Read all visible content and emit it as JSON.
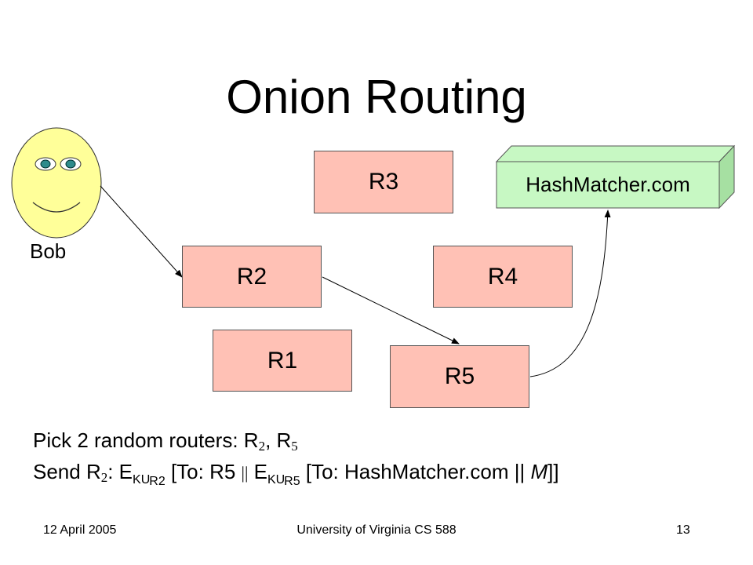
{
  "slide": {
    "title": "Onion Routing"
  },
  "colors": {
    "router_fill": "#FFC1B5",
    "server_fill": "#C7F8C3",
    "face_fill": "#FFFF99",
    "eye_fill": "#2E8B8B"
  },
  "diagram": {
    "bob_label": "Bob",
    "server_label": "HashMatcher.com",
    "routers": {
      "r1": "R1",
      "r2": "R2",
      "r3": "R3",
      "r4": "R4",
      "r5": "R5"
    }
  },
  "caption": {
    "line1_text": "Pick 2 random routers: R",
    "line1_sub_a": "2",
    "line1_sep": ", R",
    "line1_sub_b": "5",
    "line2_a": "Send R",
    "line2_sub_1": "2",
    "line2_b": ": E",
    "line2_sub_ku1": "KU",
    "line2_subsub_1": "R2",
    "line2_c": " [To: R5 ",
    "line2_bar": "||",
    "line2_d": " E",
    "line2_sub_ku2": "KU",
    "line2_subsub_2": "R5",
    "line2_e": " [To: HashMatcher.com || ",
    "line2_m": "M",
    "line2_f": "]]"
  },
  "footer": {
    "date": "12 April 2005",
    "course": "University of Virginia CS 588",
    "page": "13"
  }
}
